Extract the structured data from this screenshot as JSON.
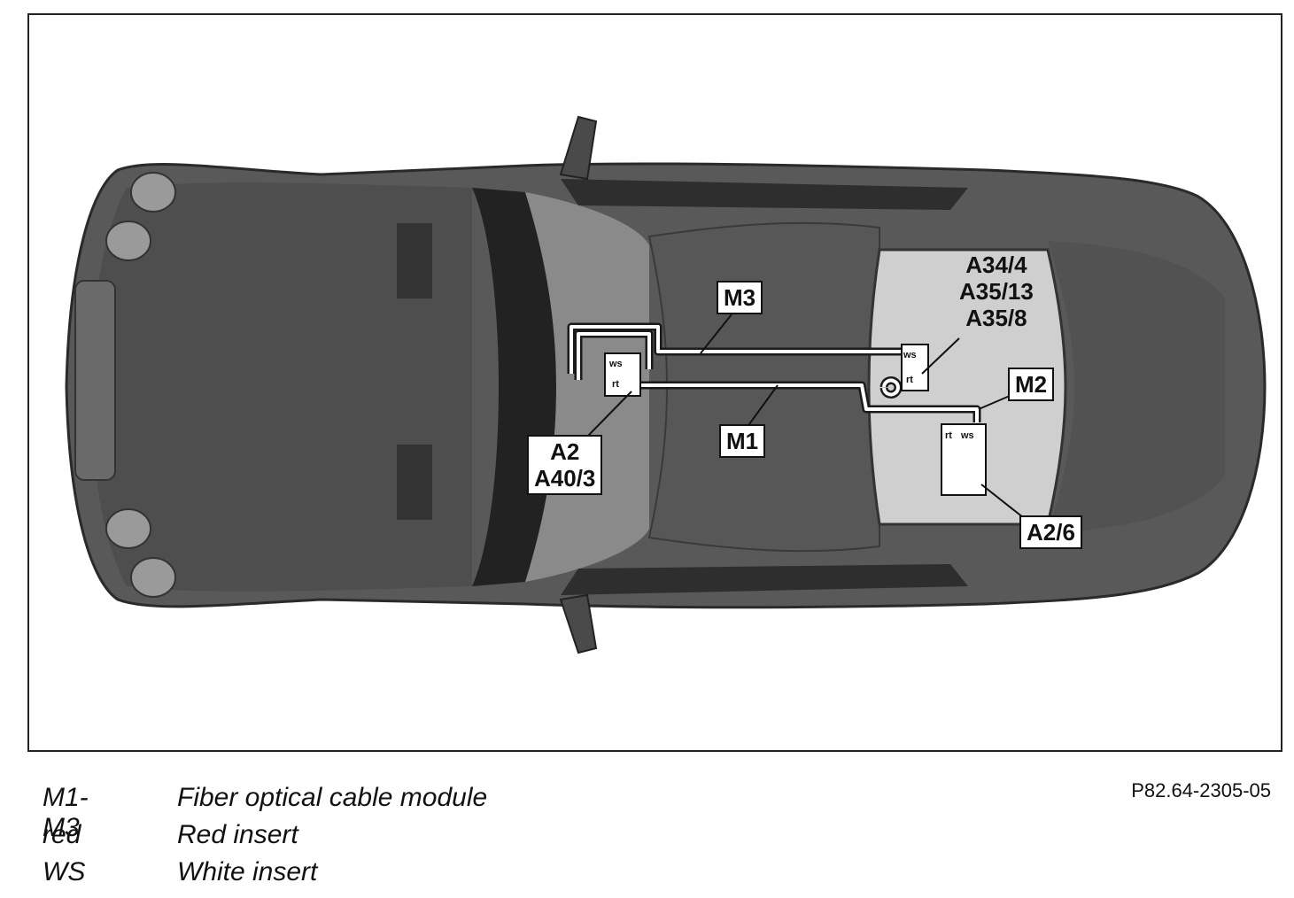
{
  "callouts": {
    "m3": "M3",
    "m1": "M1",
    "m2": "M2",
    "a2_group": [
      "A2",
      "A40/3"
    ],
    "a34_group": [
      "A34/4",
      "A35/13",
      "A35/8"
    ],
    "a26": "A2/6"
  },
  "connector_labels": {
    "white": "ws",
    "red": "rt"
  },
  "legend": [
    {
      "key": "M1-M3",
      "text": "Fiber optical cable module"
    },
    {
      "key": "red",
      "text": "Red insert"
    },
    {
      "key": "WS",
      "text": "White insert"
    }
  ],
  "reference_code": "P82.64-2305-05",
  "colors": {
    "car_body": "#5a5a5a",
    "car_dark": "#3a3a3a",
    "interior": "#c8c8c8",
    "cable": "#ffffff"
  }
}
